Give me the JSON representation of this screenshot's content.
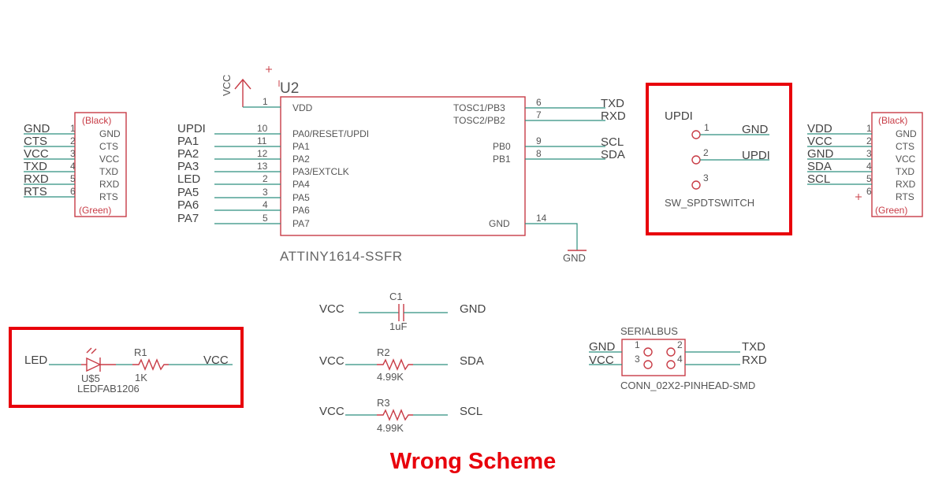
{
  "footer": {
    "text": "Wrong Scheme"
  },
  "colors": {
    "wire": "#2f8f7f",
    "part": "#c83c46",
    "highlight": "#e8000b",
    "label": "#444444"
  },
  "left_header": {
    "top_label": "(Black)",
    "bottom_label": "(Green)",
    "nets": [
      "GND",
      "CTS",
      "VCC",
      "TXD",
      "RXD",
      "RTS"
    ],
    "pin_numbers": [
      "1",
      "2",
      "3",
      "4",
      "5",
      "6"
    ],
    "pins": [
      "GND",
      "CTS",
      "VCC",
      "TXD",
      "RXD",
      "RTS"
    ]
  },
  "right_header": {
    "top_label": "(Black)",
    "bottom_label": "(Green)",
    "nets": [
      "VDD",
      "VCC",
      "GND",
      "SDA",
      "SCL"
    ],
    "pin_numbers": [
      "1",
      "2",
      "3",
      "4",
      "5",
      "6"
    ],
    "pins": [
      "GND",
      "CTS",
      "VCC",
      "TXD",
      "RXD",
      "RTS"
    ]
  },
  "mcu": {
    "ref": "U2",
    "name": "ATTINY1614-SSFR",
    "supply_net": "VCC",
    "vdd_pin_number": "1",
    "vdd_pin": "VDD",
    "left_nets": [
      "UPDI",
      "PA1",
      "PA2",
      "PA3",
      "LED",
      "PA5",
      "PA6",
      "PA7"
    ],
    "left_pin_numbers": [
      "10",
      "11",
      "12",
      "13",
      "2",
      "3",
      "4",
      "5"
    ],
    "left_pins": [
      "PA0/RESET/UPDI",
      "PA1",
      "PA2",
      "PA3/EXTCLK",
      "PA4",
      "PA5",
      "PA6",
      "PA7"
    ],
    "right_pins": [
      "TOSC1/PB3",
      "TOSC2/PB2",
      "PB0",
      "PB1"
    ],
    "right_pin_numbers": [
      "6",
      "7",
      "9",
      "8"
    ],
    "right_nets": [
      "TXD",
      "RXD",
      "SCL",
      "SDA"
    ],
    "gnd_pin": "GND",
    "gnd_pin_number": "14",
    "gnd_net": "GND"
  },
  "switch": {
    "net_updi": "UPDI",
    "pin_numbers": [
      "1",
      "2",
      "3"
    ],
    "nets": [
      "GND",
      "UPDI"
    ],
    "name": "SW_SPDTSWITCH"
  },
  "led_circuit": {
    "net_in": "LED",
    "led_ref": "U$5",
    "led_name": "LEDFAB1206",
    "resistor_ref": "R1",
    "resistor_value": "1K",
    "net_out": "VCC"
  },
  "passives": {
    "c1": {
      "ref": "C1",
      "value": "1uF",
      "net_left": "VCC",
      "net_right": "GND"
    },
    "r2": {
      "ref": "R2",
      "value": "4.99K",
      "net_left": "VCC",
      "net_right": "SDA"
    },
    "r3": {
      "ref": "R3",
      "value": "4.99K",
      "net_left": "VCC",
      "net_right": "SCL"
    }
  },
  "serialbus": {
    "title": "SERIALBUS",
    "name": "CONN_02X2-PINHEAD-SMD",
    "left_nets": [
      "GND",
      "VCC"
    ],
    "pin_numbers": [
      "1",
      "2",
      "3",
      "4"
    ],
    "right_nets": [
      "TXD",
      "RXD"
    ]
  }
}
